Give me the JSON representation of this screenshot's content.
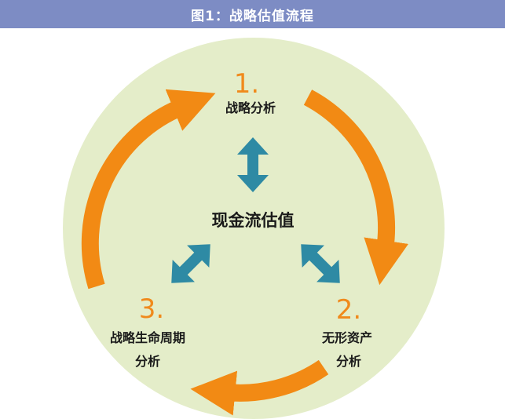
{
  "title": "图1：战略估值流程",
  "colors": {
    "title_bar": "#7d8cc4",
    "circle_fill": "#e4edc9",
    "cycle_arrow": "#f28a14",
    "double_arrow": "#2e8aa4",
    "number": "#f08a1c"
  },
  "center": {
    "label": "现金流估值"
  },
  "steps": [
    {
      "number": "1.",
      "lines": [
        "战略分析"
      ]
    },
    {
      "number": "2.",
      "lines": [
        "无形资产",
        "分析"
      ]
    },
    {
      "number": "3.",
      "lines": [
        "战略生命周期",
        "分析"
      ]
    }
  ]
}
